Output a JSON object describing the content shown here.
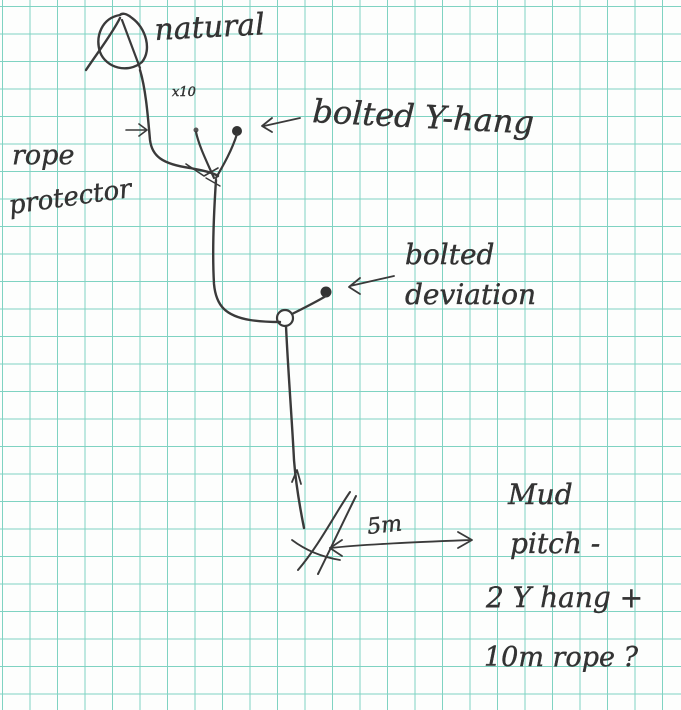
{
  "labels": {
    "natural": "natural",
    "tiny_mark": "x10",
    "bolted_y_hang": "bolted Y-hang",
    "rope_protector_line1": "rope",
    "rope_protector_line2": "protector",
    "bolted_deviation_line1": "bolted",
    "bolted_deviation_line2": "deviation",
    "distance": "5m",
    "note_line1": "Mud",
    "note_line2": "pitch -",
    "note_line3": "2 Y hang +",
    "note_line4": "10m rope ?"
  },
  "colors": {
    "grid": "#7fd3c2",
    "ink": "#3a3a3a",
    "paper": "#fdfefd"
  }
}
